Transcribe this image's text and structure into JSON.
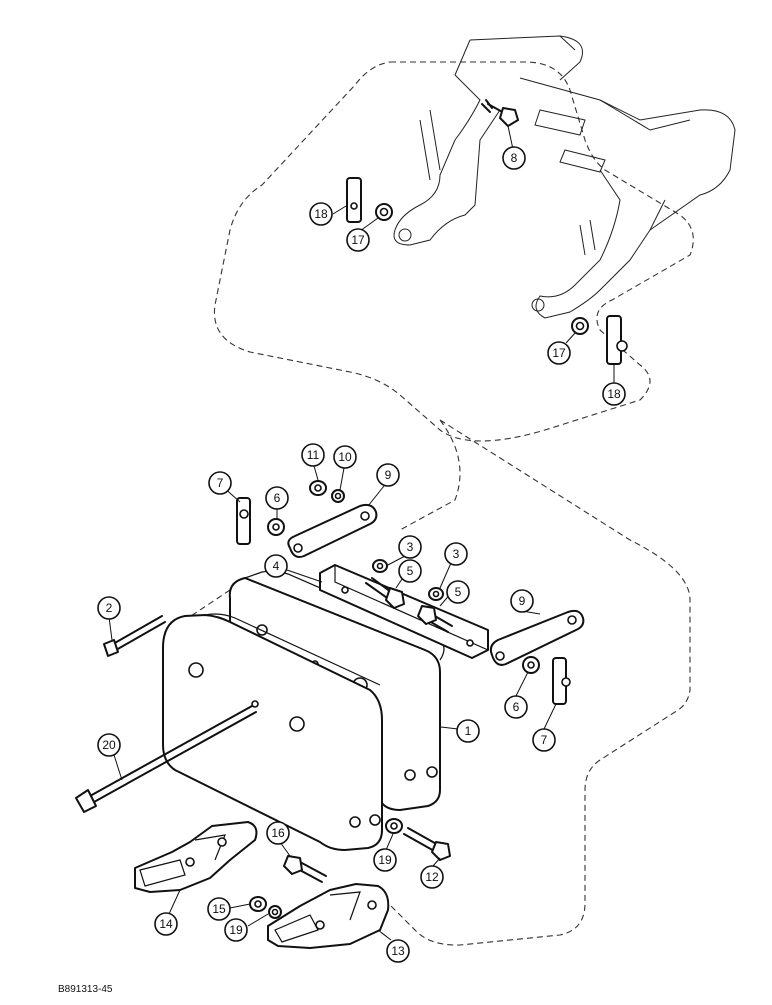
{
  "drawing_code": "B891313-45",
  "callouts": [
    {
      "id": "c8a",
      "label": "8"
    },
    {
      "id": "c18a",
      "label": "18"
    },
    {
      "id": "c17a",
      "label": "17"
    },
    {
      "id": "c17b",
      "label": "17"
    },
    {
      "id": "c18b",
      "label": "18"
    },
    {
      "id": "c11",
      "label": "11"
    },
    {
      "id": "c10",
      "label": "10"
    },
    {
      "id": "c9a",
      "label": "9"
    },
    {
      "id": "c7a",
      "label": "7"
    },
    {
      "id": "c6a",
      "label": "6"
    },
    {
      "id": "c4",
      "label": "4"
    },
    {
      "id": "c3a",
      "label": "3"
    },
    {
      "id": "c3b",
      "label": "3"
    },
    {
      "id": "c5a",
      "label": "5"
    },
    {
      "id": "c5b",
      "label": "5"
    },
    {
      "id": "c2",
      "label": "2"
    },
    {
      "id": "c9b",
      "label": "9"
    },
    {
      "id": "c1",
      "label": "1"
    },
    {
      "id": "c6b",
      "label": "6"
    },
    {
      "id": "c7b",
      "label": "7"
    },
    {
      "id": "c20",
      "label": "20"
    },
    {
      "id": "c16",
      "label": "16"
    },
    {
      "id": "c19a",
      "label": "19"
    },
    {
      "id": "c12",
      "label": "12"
    },
    {
      "id": "c14",
      "label": "14"
    },
    {
      "id": "c15",
      "label": "15"
    },
    {
      "id": "c19b",
      "label": "19"
    },
    {
      "id": "c13",
      "label": "13"
    }
  ]
}
